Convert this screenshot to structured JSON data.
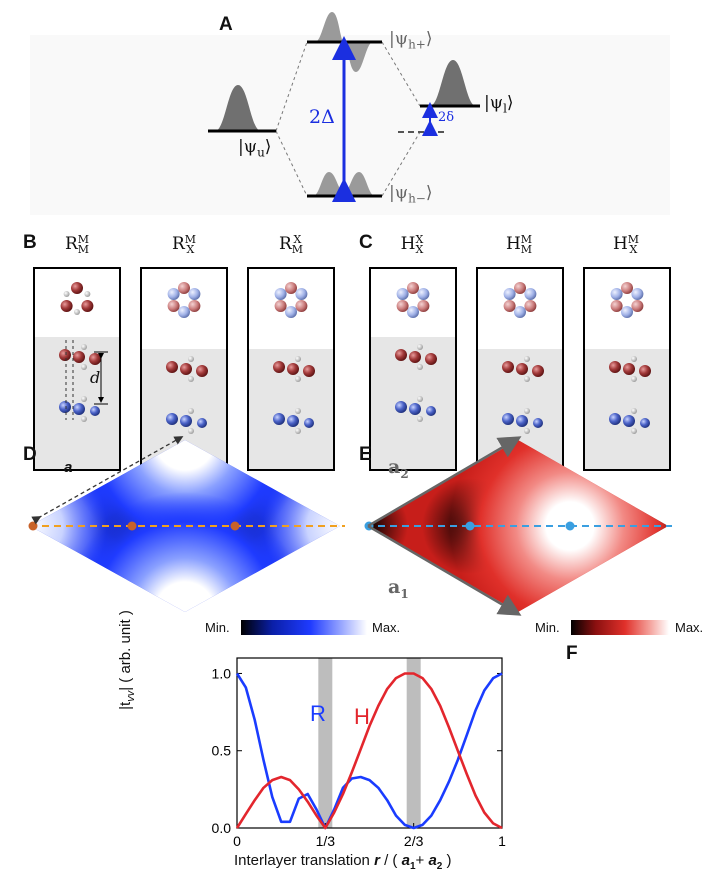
{
  "panels": {
    "a": "A",
    "b": "B",
    "c": "C",
    "d": "D",
    "e": "E",
    "f": "F"
  },
  "levels": {
    "psi_h_plus": "|ψ",
    "psi_h_plus_sub": "h+",
    "psi_h_minus": "|ψ",
    "psi_h_minus_sub": "h−",
    "psi_u": "|ψ",
    "psi_u_sub": "u",
    "psi_l": "|ψ",
    "psi_l_sub": "l",
    "ket_close": "⟩",
    "gap_large": "2Δ",
    "gap_small": "2δ"
  },
  "stackings": {
    "r": [
      {
        "base": "R",
        "sup": "M",
        "sub": "M"
      },
      {
        "base": "R",
        "sup": "M",
        "sub": "X"
      },
      {
        "base": "R",
        "sup": "X",
        "sub": "M"
      }
    ],
    "h": [
      {
        "base": "H",
        "sup": "X",
        "sub": "X"
      },
      {
        "base": "H",
        "sup": "M",
        "sub": "M"
      },
      {
        "base": "H",
        "sup": "M",
        "sub": "X"
      }
    ],
    "interlayer_distance": "d"
  },
  "map_d": {
    "lattice_label": "a",
    "cbar_min": "Min.",
    "cbar_max": "Max.",
    "cmap": [
      "#000000",
      "#0a1fa8",
      "#1f3bff",
      "#ffffff"
    ]
  },
  "map_e": {
    "vec1": "a",
    "vec1_sub": "1",
    "vec2": "a",
    "vec2_sub": "2",
    "cbar_min": "Min.",
    "cbar_max": "Max.",
    "cmap": [
      "#000000",
      "#8a1010",
      "#e0302a",
      "#ffffff"
    ]
  },
  "chart_data": {
    "type": "line",
    "x": [
      0,
      0.0333,
      0.0667,
      0.1,
      0.1333,
      0.1667,
      0.2,
      0.2333,
      0.2667,
      0.3,
      0.3333,
      0.3667,
      0.4,
      0.4333,
      0.4667,
      0.5,
      0.5333,
      0.5667,
      0.6,
      0.6333,
      0.6667,
      0.7,
      0.7333,
      0.7667,
      0.8,
      0.8333,
      0.8667,
      0.9,
      0.9333,
      0.9667,
      1
    ],
    "series": [
      {
        "name": "R",
        "color": "#1a3cff",
        "values": [
          1.0,
          0.91,
          0.7,
          0.44,
          0.2,
          0.04,
          0.04,
          0.19,
          0.22,
          0.12,
          0.0,
          0.12,
          0.26,
          0.32,
          0.33,
          0.31,
          0.26,
          0.18,
          0.08,
          0.02,
          0.0,
          0.02,
          0.08,
          0.18,
          0.3,
          0.44,
          0.6,
          0.76,
          0.89,
          0.97,
          1.0
        ]
      },
      {
        "name": "H",
        "color": "#e3262d",
        "values": [
          0.0,
          0.09,
          0.18,
          0.26,
          0.31,
          0.33,
          0.31,
          0.25,
          0.17,
          0.08,
          0.0,
          0.1,
          0.22,
          0.36,
          0.51,
          0.66,
          0.79,
          0.9,
          0.97,
          1.0,
          1.0,
          0.97,
          0.9,
          0.79,
          0.65,
          0.5,
          0.35,
          0.21,
          0.1,
          0.03,
          0.0
        ]
      }
    ],
    "xticks": [
      "0",
      "1/3",
      "2/3",
      "1"
    ],
    "yticks": [
      "0.0",
      "0.5",
      "1.0"
    ],
    "xlabel_prefix": "Interlayer  translation ",
    "xlabel_r": "r",
    "xlabel_mid": " / ( ",
    "xlabel_a1": "a",
    "xlabel_a1_sub": "1",
    "xlabel_plus": "+ ",
    "xlabel_a2": "a",
    "xlabel_a2_sub": "2",
    "xlabel_end": " )",
    "ylabel": "|t",
    "ylabel_sub": "vv",
    "ylabel_end": "| ( arb. unit )",
    "xlim": [
      0,
      1
    ],
    "ylim": [
      0,
      1.1
    ],
    "shaded_x": [
      0.3333,
      0.6667
    ],
    "label_R": "R",
    "label_H": "H"
  }
}
